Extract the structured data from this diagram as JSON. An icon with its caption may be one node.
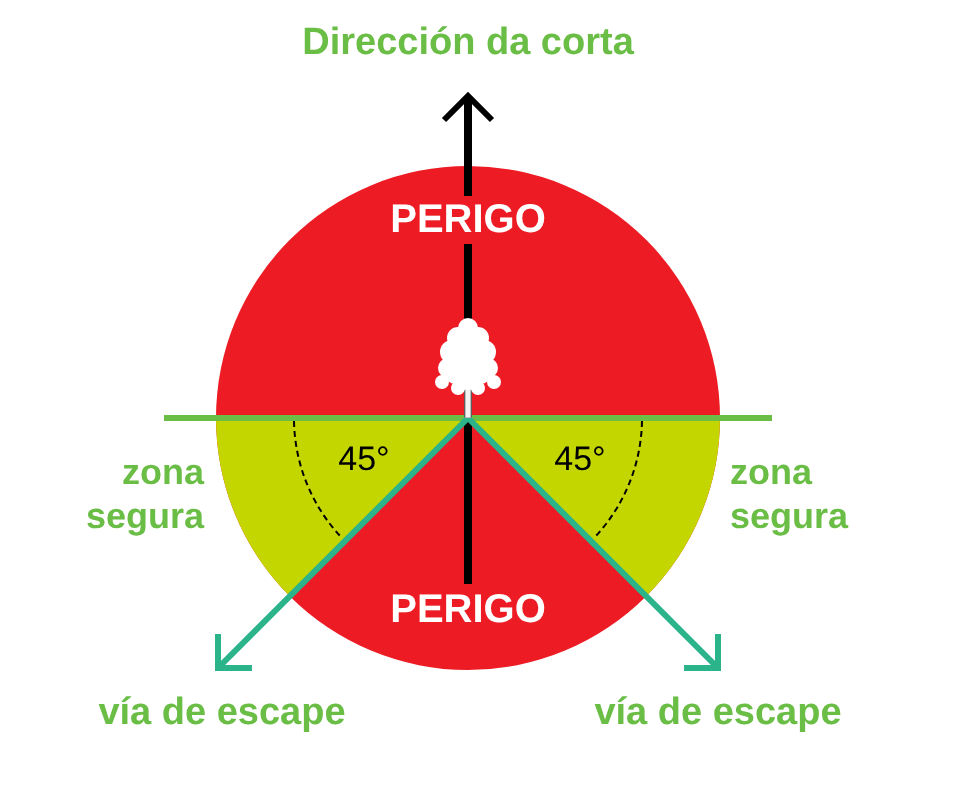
{
  "diagram": {
    "nodes": [
      {
        "text": [
          "Dirección da corta"
        ]
      },
      {
        "text": [
          "PERIGO",
          "PERIGO"
        ]
      },
      {
        "text": [
          "45°"
        ],
        "beside": [
          "zona segura"
        ],
        "in": 1
      },
      {
        "text": [
          "45°"
        ],
        "beside": [
          "zona segura"
        ],
        "in": 1
      },
      {
        "text": [],
        "shape": "picture",
        "in": 1
      },
      {
        "text": [
          "vía de escape"
        ]
      },
      {
        "text": [
          "vía de escape"
        ]
      }
    ],
    "edges": [
      {
        "from": null,
        "to": 0,
        "arrow": "to",
        "color": "#000000"
      },
      {
        "from": 4,
        "to": 5,
        "arrow": "to"
      },
      {
        "from": 4,
        "to": 6,
        "arrow": "to"
      }
    ]
  }
}
